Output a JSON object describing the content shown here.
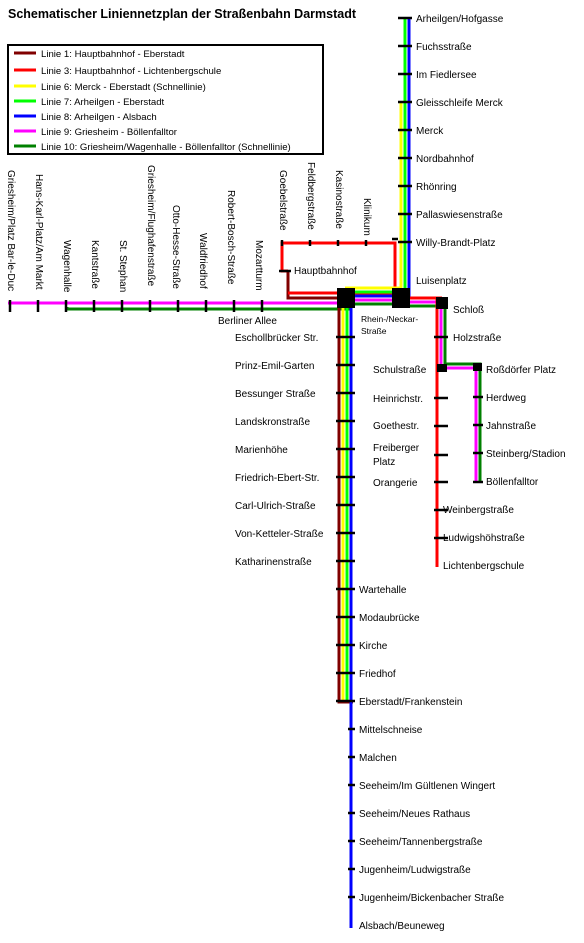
{
  "title": "Schematischer Liniennetzplan der Straßenbahn Darmstadt",
  "legend": [
    {
      "label": "Linie  1: Hauptbahnhof - Eberstadt",
      "color": "#800000"
    },
    {
      "label": "Linie  3: Hauptbahnhof - Lichtenbergschule",
      "color": "#ff0000"
    },
    {
      "label": "Linie  6: Merck - Eberstadt (Schnellinie)",
      "color": "#ffff00"
    },
    {
      "label": "Linie  7: Arheilgen - Eberstadt",
      "color": "#00ff00"
    },
    {
      "label": "Linie  8: Arheilgen - Alsbach",
      "color": "#0000ff"
    },
    {
      "label": "Linie  9: Griesheim - Böllenfalltor",
      "color": "#ff00ff"
    },
    {
      "label": "Linie 10: Griesheim/Wagenhalle - Böllenfalltor (Schnellinie)",
      "color": "#008000"
    }
  ],
  "stations": {
    "north": [
      "Arheilgen/Hofgasse",
      "Fuchsstraße",
      "Im Fiedlersee",
      "Gleisschleife Merck",
      "Merck",
      "Nordbahnhof",
      "Rhönring",
      "Pallaswiesenstraße",
      "Willy-Brandt-Platz",
      "Luisenplatz"
    ],
    "west": [
      "Griesheim/Platz Bar-le-Duc",
      "Hans-Karl-Platz/Am Markt",
      "Wagenhalle",
      "Kantstraße",
      "St. Stephan",
      "Griesheim/Flughafenstraße",
      "Otto-Hesse-Straße",
      "Waldfriedhof",
      "Robert-Bosch-Straße",
      "Mozartturm"
    ],
    "loop": [
      "Goebelstraße",
      "Feldbergstraße",
      "Kasinostraße",
      "Klinikum"
    ],
    "hauptbahnhof": "Hauptbahnhof",
    "berliner_allee": "Berliner Allee",
    "rhein_neckar": [
      "Rhein-/Neckar-",
      "Straße"
    ],
    "south": [
      "Eschollbrücker Str.",
      "Prinz-Emil-Garten",
      "Bessunger Straße",
      "Landskronstraße",
      "Marienhöhe",
      "Friedrich-Ebert-Str.",
      "Carl-Ulrich-Straße",
      "Von-Ketteler-Straße",
      "Katharinenstraße"
    ],
    "eberstadt": [
      "Wartehalle",
      "Modaubrücke",
      "Kirche",
      "Friedhof",
      "Eberstadt/Frankenstein"
    ],
    "alsbach": [
      "Mittelschneise",
      "Malchen",
      "Seeheim/Im Gültlenen Wingert",
      "Seeheim/Neues Rathaus",
      "Seeheim/Tannenbergstraße",
      "Jugenheim/Ludwigstraße",
      "Jugenheim/Bickenbacher Straße",
      "Alsbach/Beuneweg"
    ],
    "east": [
      "Schloß",
      "Holzstraße",
      "Schulstraße",
      "Heinrichstr.",
      "Goethestr.",
      "Freiberger",
      "Platz",
      "Orangerie",
      "Weinbergstraße",
      "Ludwigshöhstraße",
      "Lichtenbergschule"
    ],
    "boellenfalltor": [
      "Roßdörfer Platz",
      "Herdweg",
      "Jahnstraße",
      "Steinberg/Stadion",
      "Böllenfalltor"
    ]
  }
}
